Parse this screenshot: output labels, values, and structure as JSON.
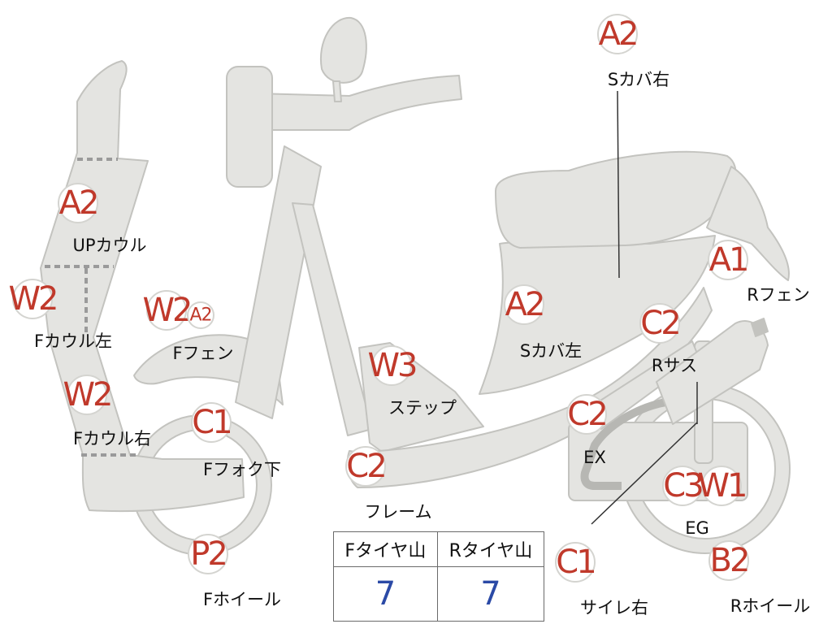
{
  "colors": {
    "body_fill": "#e4e4e1",
    "body_stroke": "#c3c3bf",
    "grade_text": "#c0392b",
    "tire_value": "#2b4aa6",
    "dashed_line": "#9a9a9a",
    "wire": "#b7b7b3"
  },
  "badges": [
    {
      "id": "upcowl",
      "grade": "A2",
      "label": "UPカウル"
    },
    {
      "id": "fcowl-left",
      "grade": "W2",
      "label": "Fカウル左"
    },
    {
      "id": "fcowl-right",
      "grade": "W2",
      "label": "Fカウル右"
    },
    {
      "id": "ffender",
      "grade": "W2",
      "grade2": "A2",
      "label": "Fフェン"
    },
    {
      "id": "ffork",
      "grade": "C1",
      "label": "Fフォク下"
    },
    {
      "id": "fwheel",
      "grade": "P2",
      "label": "Fホイール"
    },
    {
      "id": "step",
      "grade": "W3",
      "label": "ステップ"
    },
    {
      "id": "frame",
      "grade": "C2",
      "label": "フレーム"
    },
    {
      "id": "scover-left",
      "grade": "A2",
      "label": "Sカバ左"
    },
    {
      "id": "scover-right",
      "grade": "A2",
      "label": "Sカバ右"
    },
    {
      "id": "rfender",
      "grade": "A1",
      "label": "Rフェン"
    },
    {
      "id": "rsus",
      "grade": "C2",
      "label": "Rサス"
    },
    {
      "id": "ex",
      "grade": "C2",
      "label": "EX"
    },
    {
      "id": "eg",
      "grade": "C3",
      "grade2": "W1",
      "label": "EG"
    },
    {
      "id": "silencer",
      "grade": "C1",
      "label": "サイレ右"
    },
    {
      "id": "rwheel",
      "grade": "B2",
      "label": "Rホイール"
    }
  ],
  "tire_table": {
    "headers": [
      "Fタイヤ山",
      "Rタイヤ山"
    ],
    "values": [
      "7",
      "7"
    ]
  }
}
